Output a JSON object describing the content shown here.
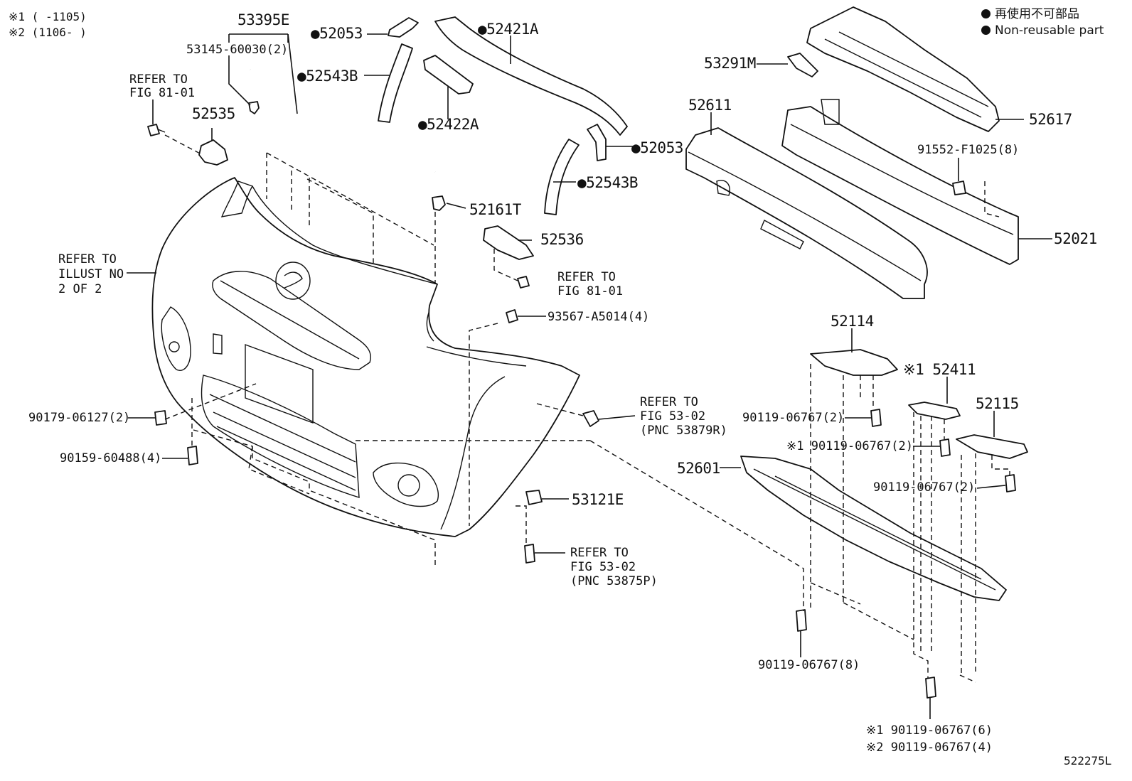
{
  "notes": {
    "note1": "※1 (    -1105)",
    "note2": "※2 (1106-    )",
    "diagram_id": "522275L"
  },
  "legend": {
    "jp": "再使用不可部品",
    "en": "Non-reusable part"
  },
  "labels": {
    "p53395E": "53395E",
    "p53145": "53145-60030(2)",
    "refer8101a_1": "REFER TO",
    "refer8101a_2": "FIG 81-01",
    "p52535": "52535",
    "p52053a": "●52053",
    "p52543Ba": "●52543B",
    "p52421A": "●52421A",
    "p52422A": "●52422A",
    "p52053b": "●52053",
    "p52543Bb": "●52543B",
    "p52161T": "52161T",
    "p52536": "52536",
    "refer8101b_1": "REFER TO",
    "refer8101b_2": "FIG 81-01",
    "p93567": "93567-A5014(4)",
    "illust_1": "REFER TO",
    "illust_2": "ILLUST NO",
    "illust_3": "2 OF 2",
    "p53291M": "53291M",
    "p52611": "52611",
    "p52617": "52617",
    "p91552": "91552-F1025(8)",
    "p52021": "52021",
    "p52114": "52114",
    "p52411": "※1 52411",
    "p52115": "52115",
    "p90119a": "90119-06767(2)",
    "p90119b": "※1 90119-06767(2)",
    "p90119c": "90119-06767(2)",
    "p52601": "52601",
    "refer5302a_1": "REFER TO",
    "refer5302a_2": "FIG 53-02",
    "refer5302a_3": "(PNC 53879R)",
    "p90179": "90179-06127(2)",
    "p90159": "90159-60488(4)",
    "p53121E": "53121E",
    "refer5302b_1": "REFER TO",
    "refer5302b_2": "FIG 53-02",
    "refer5302b_3": "(PNC 53875P)",
    "p90119d": "90119-06767(8)",
    "p90119e": "※1 90119-06767(6)",
    "p90119f": "※2 90119-06767(4)"
  }
}
